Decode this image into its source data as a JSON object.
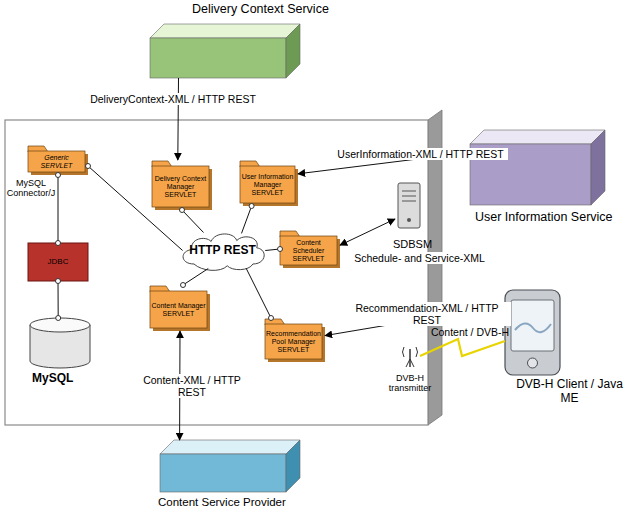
{
  "diagram": {
    "nodes": [
      {
        "text": [
          "Delivery Context Service"
        ]
      },
      {
        "text": [
          "Generic SERVLET"
        ]
      },
      {
        "text": [
          "Delivery Context Manager SERVLET"
        ]
      },
      {
        "text": [
          "User Information Manager SERVLET"
        ]
      },
      {
        "text": [
          "User Information Service"
        ]
      },
      {
        "text": [
          "HTTP REST"
        ]
      },
      {
        "text": [
          "SDBSM"
        ]
      },
      {
        "text": [
          "JDBC"
        ]
      },
      {
        "text": [
          "Content Scheduler SERVLET"
        ]
      },
      {
        "text": [
          "Content Manager SERVLET"
        ]
      },
      {
        "text": [
          "Recommendation Pool Manager SERVLET"
        ]
      },
      {
        "text": [
          "DVB-H transmitter"
        ]
      },
      {
        "text": [
          "DVB-H Client / Java ME"
        ]
      },
      {
        "text": [
          "MySQL"
        ]
      },
      {
        "text": [
          "Content Service Provider"
        ]
      }
    ],
    "edges": [
      {
        "from": 0,
        "to": 2,
        "arrow": "to",
        "label": "DeliveryContext-XML / HTTP REST"
      },
      {
        "from": 4,
        "to": 3,
        "arrow": "to",
        "label": "UserInformation-XML / HTTP REST"
      },
      {
        "from": 8,
        "to": 6,
        "arrow": "both",
        "label": "Schedule- and Service-XML"
      },
      {
        "from": 12,
        "to": 10,
        "arrow": "to",
        "label": "Recommendation-XML / HTTP REST"
      },
      {
        "from": 9,
        "to": 14,
        "arrow": "both",
        "label": "Content-XML / HTTP REST"
      },
      {
        "from": 1,
        "to": 7,
        "arrow": "none",
        "label": "MySQL Connector/J"
      },
      {
        "from": 7,
        "to": 13,
        "arrow": "none"
      },
      {
        "from": 1,
        "to": 5,
        "arrow": "none"
      },
      {
        "from": 2,
        "to": 5,
        "arrow": "none"
      },
      {
        "from": 3,
        "to": 5,
        "arrow": "none"
      },
      {
        "from": 8,
        "to": 5,
        "arrow": "none"
      },
      {
        "from": 9,
        "to": 5,
        "arrow": "none"
      },
      {
        "from": 10,
        "to": 5,
        "arrow": "none"
      },
      {
        "from": 11,
        "to": 12,
        "arrow": "none",
        "label": "Content / DVB-H"
      }
    ]
  }
}
